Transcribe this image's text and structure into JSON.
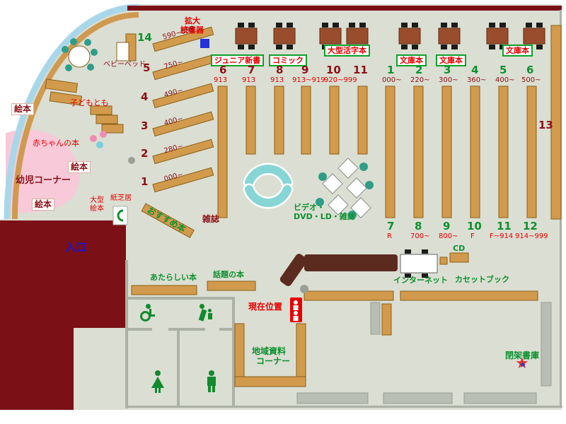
{
  "region_labels": {
    "entrance": "入口",
    "toddler_corner": "幼児コーナー",
    "baby_books": "赤ちゃんの本",
    "kodomo_no_tomo": "子どもとも",
    "baby_bed": "ベビーベッド",
    "picture_books": [
      "絵本",
      "絵本",
      "絵本"
    ],
    "large_picture_books_lines": [
      "大型",
      "絵本"
    ],
    "kamishibai": "紙芝居",
    "recommended_books": "おすすめ本",
    "magazines": "雑誌",
    "video_lines": [
      "ビデオ・",
      "DVD・LD・雑誌"
    ],
    "new_books": "あたらしい本",
    "topic_books": "話題の本",
    "current_position": "現在位置",
    "local_docs_lines": [
      "地域資料",
      "コーナー"
    ],
    "internet": "インターネット",
    "cd": "CD",
    "cassette_books": "カセットブック",
    "closed_stacks": "閉架書庫",
    "magnifier_lines": [
      "拡大",
      "読書器"
    ]
  },
  "genre_boxes": [
    "ジュニア新書",
    "コミック",
    "大型活字本",
    "文庫本",
    "文庫本",
    "文庫本"
  ],
  "diagonal_shelves": [
    {
      "num": "14",
      "range": "590~599"
    },
    {
      "num": "5",
      "range": "750~"
    },
    {
      "num": "4",
      "range": "490~"
    },
    {
      "num": "3",
      "range": "400~"
    },
    {
      "num": "2",
      "range": "280~"
    },
    {
      "num": "1",
      "range": "000~"
    }
  ],
  "shelf_groups": {
    "left_top_numbers": [
      "6",
      "7",
      "8",
      "9",
      "10",
      "11"
    ],
    "left_top_ranges": [
      "913",
      "913",
      "913",
      "913~919",
      "920~999"
    ],
    "right_top_numbers": [
      "1",
      "2",
      "3",
      "4",
      "5",
      "6"
    ],
    "right_top_ranges": [
      "000~",
      "220~",
      "300~",
      "360~",
      "400~",
      "500~"
    ],
    "right_bottom_numbers": [
      "7",
      "8",
      "9",
      "10",
      "11",
      "12"
    ],
    "right_bottom_ranges": [
      "R",
      "700~",
      "800~",
      "F",
      "F~914",
      "914~999"
    ],
    "side_shelf_number": "13"
  },
  "icons": {
    "star": "★"
  },
  "colors": {
    "wall": "#7c1017",
    "floor": "#dbded2",
    "shelf": "#d29a4c",
    "counter": "#5c2b20",
    "green": "#0c9130",
    "red": "#e60000",
    "maroon": "#8c1016",
    "entrance_blue": "#1515e0",
    "sofa_teal": "#86d6d6",
    "toddler_pink": "#f7c9d9",
    "arc_blue": "#a9d7ea"
  }
}
